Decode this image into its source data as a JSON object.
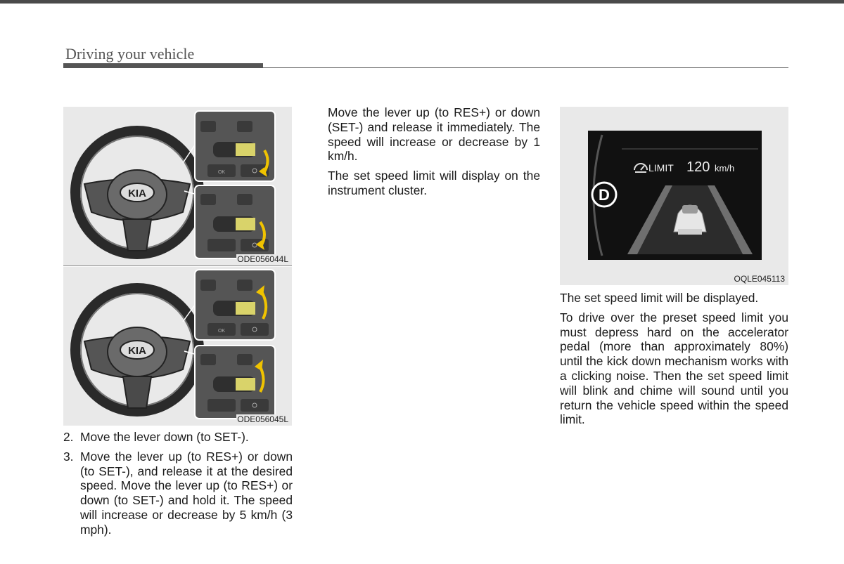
{
  "header": {
    "title": "Driving your vehicle"
  },
  "figures": {
    "steering_top": {
      "code": "ODE056044L",
      "badge": "KIA",
      "btn_left": "OK"
    },
    "steering_bottom": {
      "code": "ODE056045L",
      "badge": "KIA",
      "btn_left": "OK"
    },
    "cluster": {
      "code": "OQLE045113",
      "limit_label": "LIMIT",
      "speed": "120",
      "unit": "km/h",
      "gear": "D"
    }
  },
  "steps": [
    {
      "num": "2.",
      "text": "Move the lever down (to SET-)."
    },
    {
      "num": "3.",
      "text": "Move the lever up (to RES+) or down (to SET-), and release it at the desired speed. Move the lever up (to RES+) or down (to SET-) and hold it. The speed will increase or decrease by 5 km/h (3 mph)."
    }
  ],
  "middle_column": [
    "Move the lever up (to RES+) or down (SET-) and release it immediately. The speed will increase or decrease by 1 km/h.",
    "The set speed limit will display on the instrument cluster."
  ],
  "right_column": [
    "The set speed limit will be displayed.",
    "To drive over the preset speed limit you must depress hard on the accelerator pedal (more than approximately 80%) until the kick down mechanism works with a clicking noise. Then the set speed limit will blink and chime will sound until you return the vehicle speed within the speed limit."
  ]
}
